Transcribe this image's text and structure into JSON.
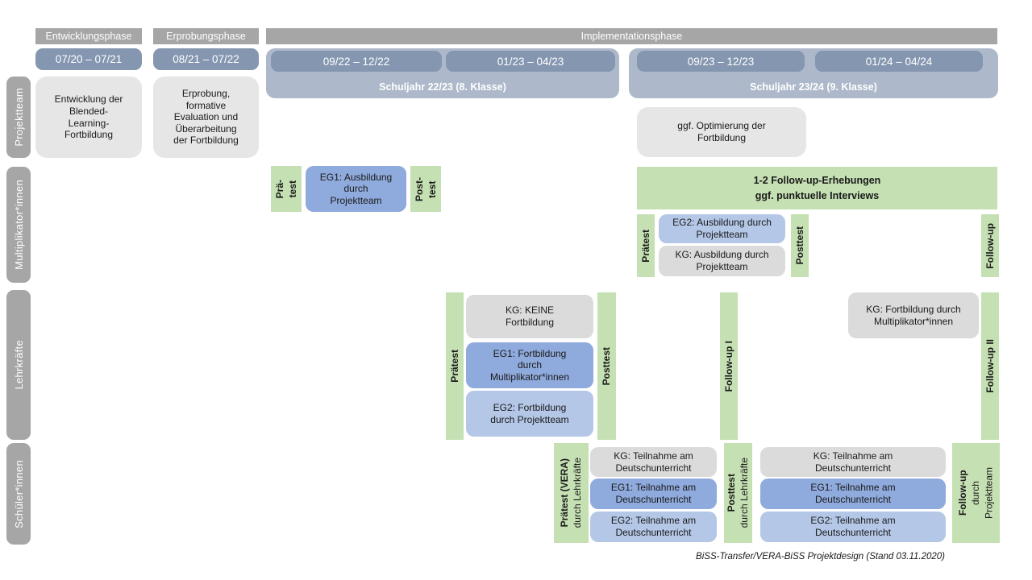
{
  "header": {
    "phases": {
      "p1": "Entwicklungsphase",
      "p2": "Erprobungsphase",
      "p3": "Implementationsphase"
    },
    "dates": {
      "d1": "07/20 – 07/21",
      "d2": "08/21 – 07/22",
      "d3": "09/22 – 12/22",
      "d4": "01/23 – 04/23",
      "d5": "09/23 – 12/23",
      "d6": "01/24 – 04/24"
    },
    "school_years": {
      "sy1": "Schuljahr 22/23 (8. Klasse)",
      "sy2": "Schuljahr 23/24 (9. Klasse)"
    }
  },
  "rails": {
    "r1": "Projektteam",
    "r2": "Multiplikator*innen",
    "r3": "Lehrkräfte",
    "r4": "Schüler*innen"
  },
  "projektteam": {
    "entwicklung": "Entwicklung der\nBlended-\nLearning-\nFortbildung",
    "erprobung": "Erprobung,\nformative\nEvaluation und\nÜberarbeitung\nder Fortbildung",
    "optimierung": "ggf. Optimierung der\nFortbildung"
  },
  "multiplikatoren": {
    "praetest_l1": "Prä-",
    "praetest_l2": "test",
    "eg1": "EG1: Ausbildung\ndurch\nProjektteam",
    "posttest_l1": "Post-",
    "posttest_l2": "test",
    "followup_erhebungen": "1-2 Follow-up-Erhebungen\nggf. punktuelle Interviews",
    "praetest2": "Prätest",
    "eg2": "EG2: Ausbildung durch\nProjektteam",
    "kg": "KG: Ausbildung durch\nProjektteam",
    "posttest2": "Posttest",
    "followup": "Follow-up"
  },
  "lehrkraefte": {
    "praetest": "Prätest",
    "kg": "KG: KEINE\nFortbildung",
    "eg1": "EG1: Fortbildung\ndurch\nMultiplikator*innen",
    "eg2": "EG2: Fortbildung\ndurch Projektteam",
    "posttest": "Posttest",
    "followup1": "Follow-up I",
    "kg2": "KG: Fortbildung durch\nMultiplikator*innen",
    "followup2": "Follow-up II"
  },
  "schueler": {
    "praetest_bold": "Prätest (VERA)",
    "praetest_sub": "durch Lehrkräfte",
    "kg1": "KG: Teilnahme am\nDeutschunterricht",
    "eg1a": "EG1: Teilnahme am\nDeutschunterricht",
    "eg2a": "EG2: Teilnahme am\nDeutschunterricht",
    "posttest_bold": "Posttest",
    "posttest_sub": "durch Lehrkräfte",
    "kg2": "KG: Teilnahme am\nDeutschunterricht",
    "eg1b": "EG1: Teilnahme am\nDeutschunterricht",
    "eg2b": "EG2: Teilnahme am\nDeutschunterricht",
    "followup_bold": "Follow-up",
    "followup_sub1": "durch",
    "followup_sub2": "Projektteam"
  },
  "caption": "BiSS-Transfer/VERA-BiSS Projektdesign (Stand 03.11.2020)",
  "colors": {
    "phase_bar_gray": "#A6A6A6",
    "rail_gray": "#A6A6A6",
    "date_bar_blue": "#8496B0",
    "school_year_blue": "#ADB9CA",
    "project_box_gray": "#E7E6E6",
    "kg_box_gray": "#DBDBDB",
    "eg1_blue": "#8FAADC",
    "eg2_blue": "#B4C7E7",
    "test_green": "#C5E0B3",
    "text_white": "#FFFFFF",
    "text_dark": "#1A1A1A"
  }
}
